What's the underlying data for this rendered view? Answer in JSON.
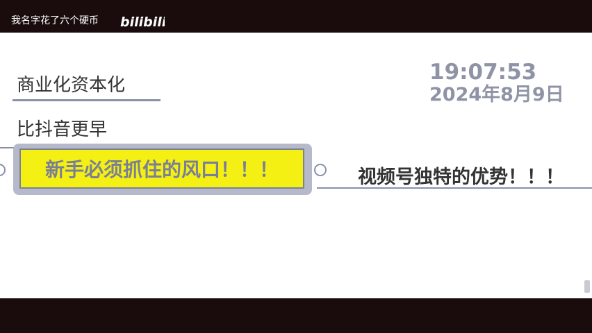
{
  "header": {
    "channel_name": "我名字花了六个硬币",
    "logo_text": "bilibili"
  },
  "mindmap": {
    "node_commercial": "商业化资本化",
    "node_earlier": "比抖音更早",
    "highlight_node": "新手必须抓住的风口！！！",
    "right_node": "视频号独特的优势！！！"
  },
  "overlay": {
    "time": "19:07:53",
    "date": "2024年8月9日"
  },
  "colors": {
    "bar": "#1a0c0c",
    "highlight_fill": "#f4f013",
    "line": "#8a90a8",
    "overlay_text": "#8f93a6"
  }
}
